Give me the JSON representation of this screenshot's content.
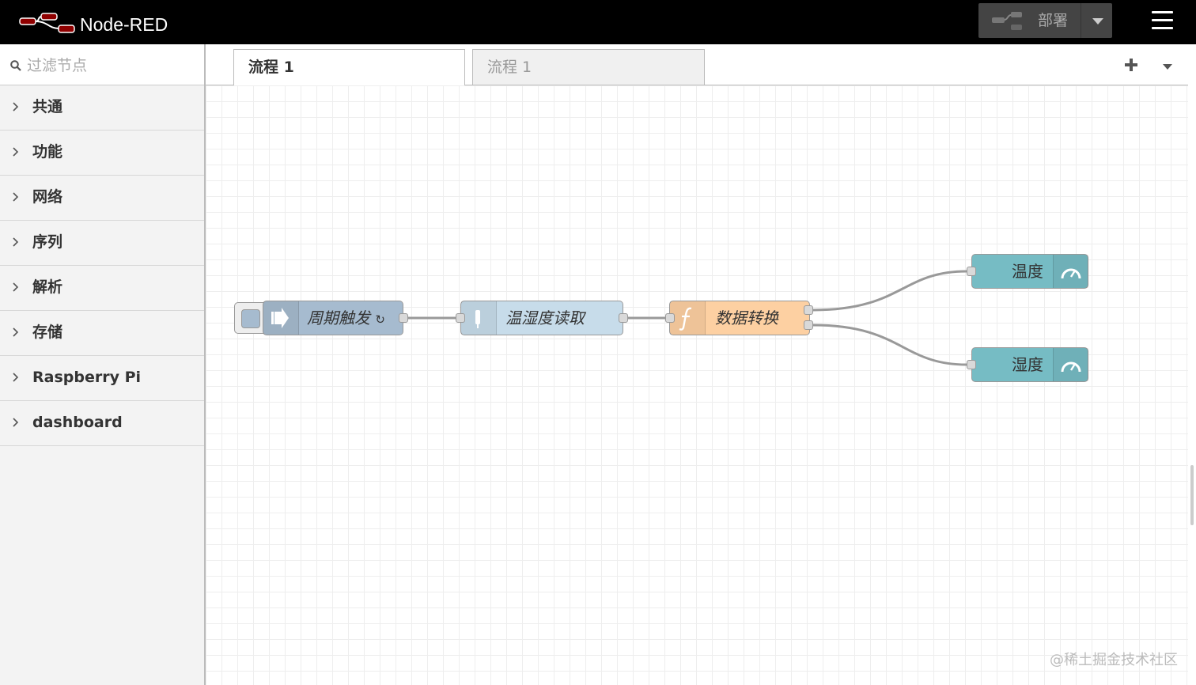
{
  "header": {
    "app_title": "Node-RED",
    "deploy_label": "部署"
  },
  "palette": {
    "filter_placeholder": "过滤节点",
    "categories": [
      {
        "label": "共通"
      },
      {
        "label": "功能"
      },
      {
        "label": "网络"
      },
      {
        "label": "序列"
      },
      {
        "label": "解析"
      },
      {
        "label": "存储"
      },
      {
        "label": "Raspberry Pi"
      },
      {
        "label": "dashboard"
      }
    ]
  },
  "tabs": [
    {
      "label": "流程 1",
      "active": true
    },
    {
      "label": "流程 1",
      "active": false
    }
  ],
  "nodes": {
    "inject": {
      "label": "周期触发",
      "repeat_symbol": "↻",
      "color": "#a6bbcf"
    },
    "sensor": {
      "label": "温湿度读取",
      "color": "#c7dcea"
    },
    "function": {
      "label": "数据转换",
      "color": "#fdd0a2"
    },
    "gauge_temp": {
      "label": "温度",
      "color": "#76bcc4"
    },
    "gauge_humidity": {
      "label": "湿度",
      "color": "#76bcc4"
    }
  },
  "watermark": "@稀土掘金技术社区",
  "colors": {
    "header_bg": "#000000",
    "wire": "#999999",
    "grid": "#eeeeee"
  }
}
